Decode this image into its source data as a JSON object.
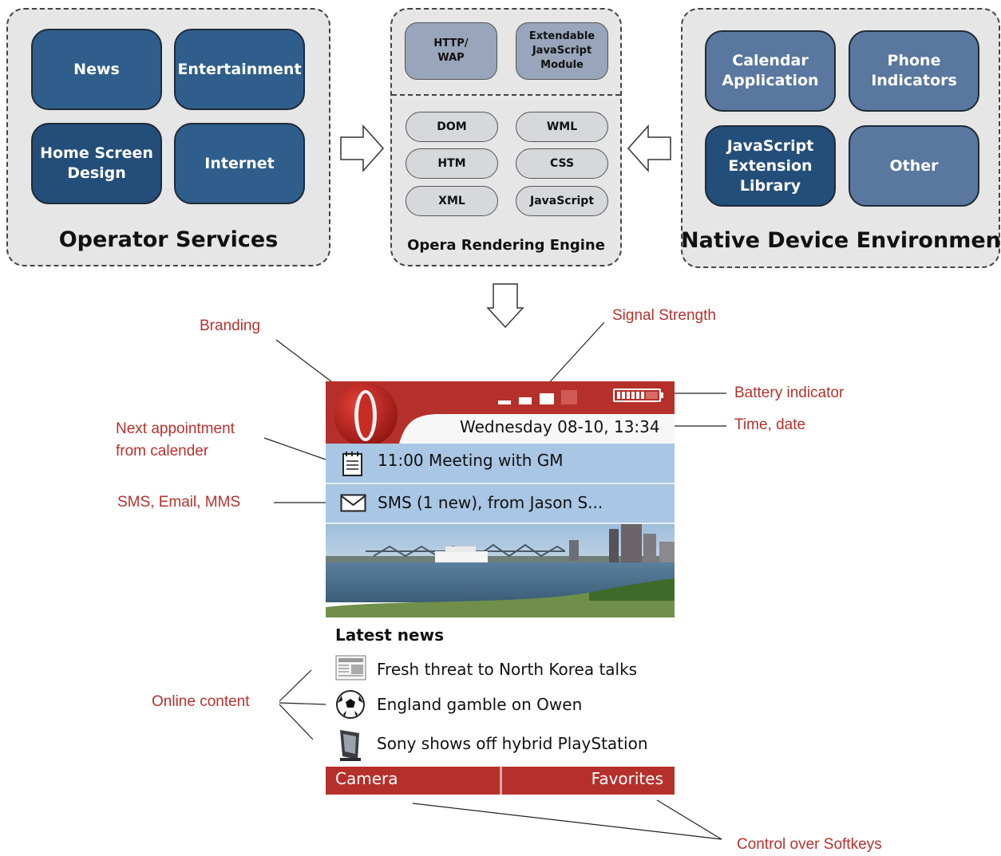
{
  "operator_services": {
    "title": "Operator Services",
    "tiles": [
      "News",
      "Entertainment",
      "Home Screen\nDesign",
      "Internet"
    ]
  },
  "rendering_engine": {
    "title": "Opera Rendering Engine",
    "modules": [
      "HTTP/\nWAP",
      "Extendable\nJavaScript\nModule"
    ],
    "components": [
      "DOM",
      "WML",
      "HTM",
      "CSS",
      "XML",
      "JavaScript"
    ]
  },
  "native_device": {
    "title": "Native Device Environment",
    "tiles": [
      "Calendar\nApplication",
      "Phone\nIndicators",
      "JavaScript\nExtension\nLibrary",
      "Other"
    ]
  },
  "annotations": {
    "branding": "Branding",
    "signal": "Signal Strength",
    "battery": "Battery indicator",
    "time_date": "Time, date",
    "next_appointment": "Next appointment\nfrom calender",
    "messages": "SMS, Email, MMS",
    "online": "Online content",
    "softkeys": "Control over Softkeys"
  },
  "phone": {
    "datetime": "Wednesday 08-10, 13:34",
    "appointment": "11:00 Meeting with GM",
    "message": "SMS (1 new), from Jason S...",
    "news_heading": "Latest news",
    "news": [
      "Fresh threat to North Korea talks",
      "England gamble on Owen",
      "Sony shows off hybrid PlayStation"
    ],
    "softkey_left": "Camera",
    "softkey_right": "Favorites",
    "colors": {
      "brand_red": "#b6302b",
      "info_blue": "#a9c6e4"
    }
  }
}
